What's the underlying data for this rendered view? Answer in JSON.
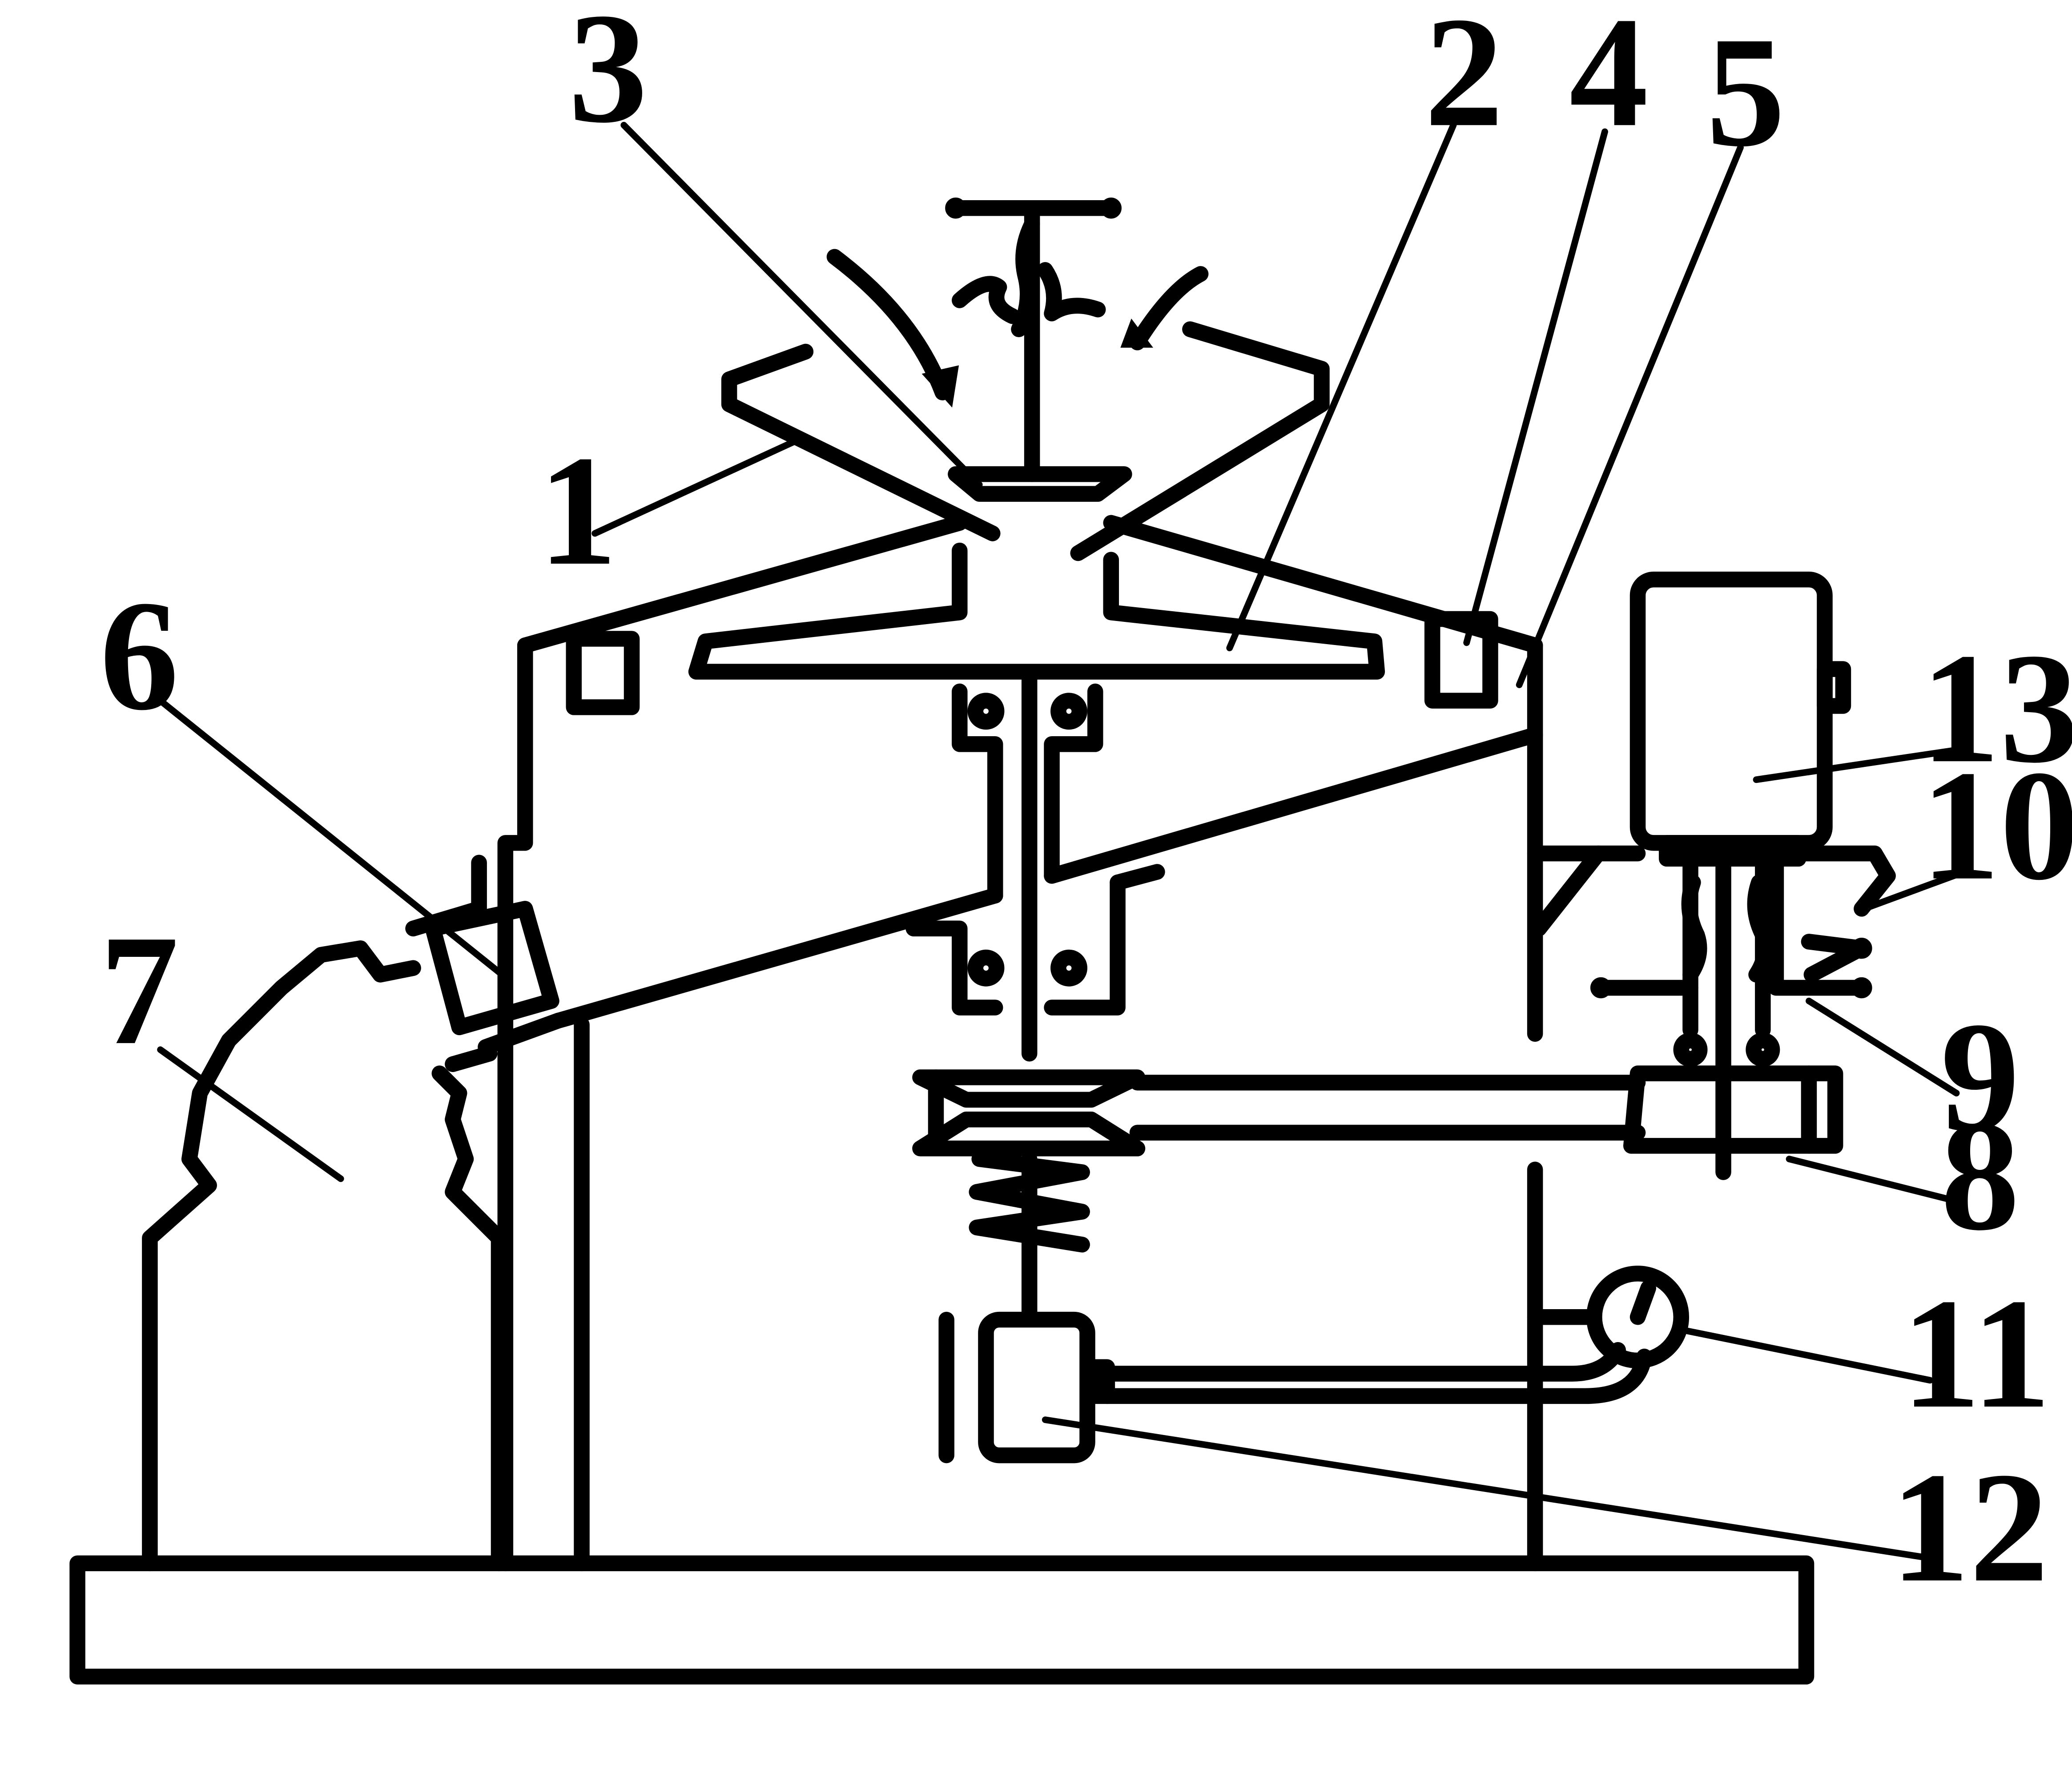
{
  "diagram": {
    "colors": {
      "ink": "#000000",
      "background": "#ffffff"
    },
    "callouts": [
      {
        "id": "c1",
        "label": "1"
      },
      {
        "id": "c2",
        "label": "2"
      },
      {
        "id": "c3",
        "label": "3"
      },
      {
        "id": "c4",
        "label": "4"
      },
      {
        "id": "c5",
        "label": "5"
      },
      {
        "id": "c6",
        "label": "6"
      },
      {
        "id": "c7",
        "label": "7"
      },
      {
        "id": "c8",
        "label": "8"
      },
      {
        "id": "c9",
        "label": "9"
      },
      {
        "id": "c10",
        "label": "10"
      },
      {
        "id": "c11",
        "label": "11"
      },
      {
        "id": "c12",
        "label": "12"
      },
      {
        "id": "c13",
        "label": "13"
      }
    ]
  }
}
